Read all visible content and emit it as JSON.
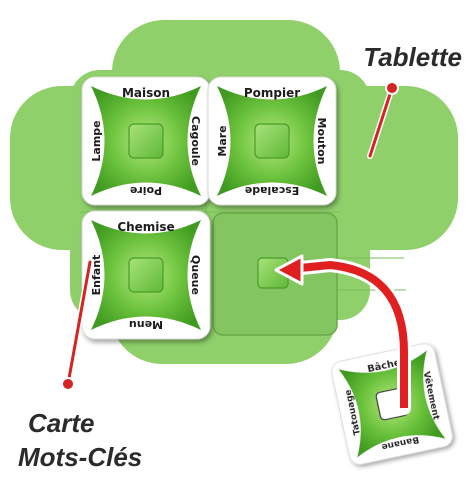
{
  "labels": {
    "tablette": "Tablette",
    "carte_line1": "Carte",
    "carte_line2": "Mots-Clés"
  },
  "cards": [
    {
      "top": "Maison",
      "right": "Cagoule",
      "bottom": "Poire",
      "left": "Lampe"
    },
    {
      "top": "Pompier",
      "right": "Mouton",
      "bottom": "Escalade",
      "left": "Mare"
    },
    {
      "top": "Chemise",
      "right": "Queue",
      "bottom": "Menu",
      "left": "Enfant"
    },
    {
      "top": "Bâche",
      "right": "Vêtement",
      "bottom": "Banane",
      "left": "Tatouage"
    }
  ],
  "colors": {
    "board": "#8fd06a",
    "board_dark": "#6fb44c",
    "card_fill": "#4faa2c",
    "card_fill_light": "#9edd6a",
    "arrow": "#e02020",
    "callout_dot": "#d62424"
  }
}
